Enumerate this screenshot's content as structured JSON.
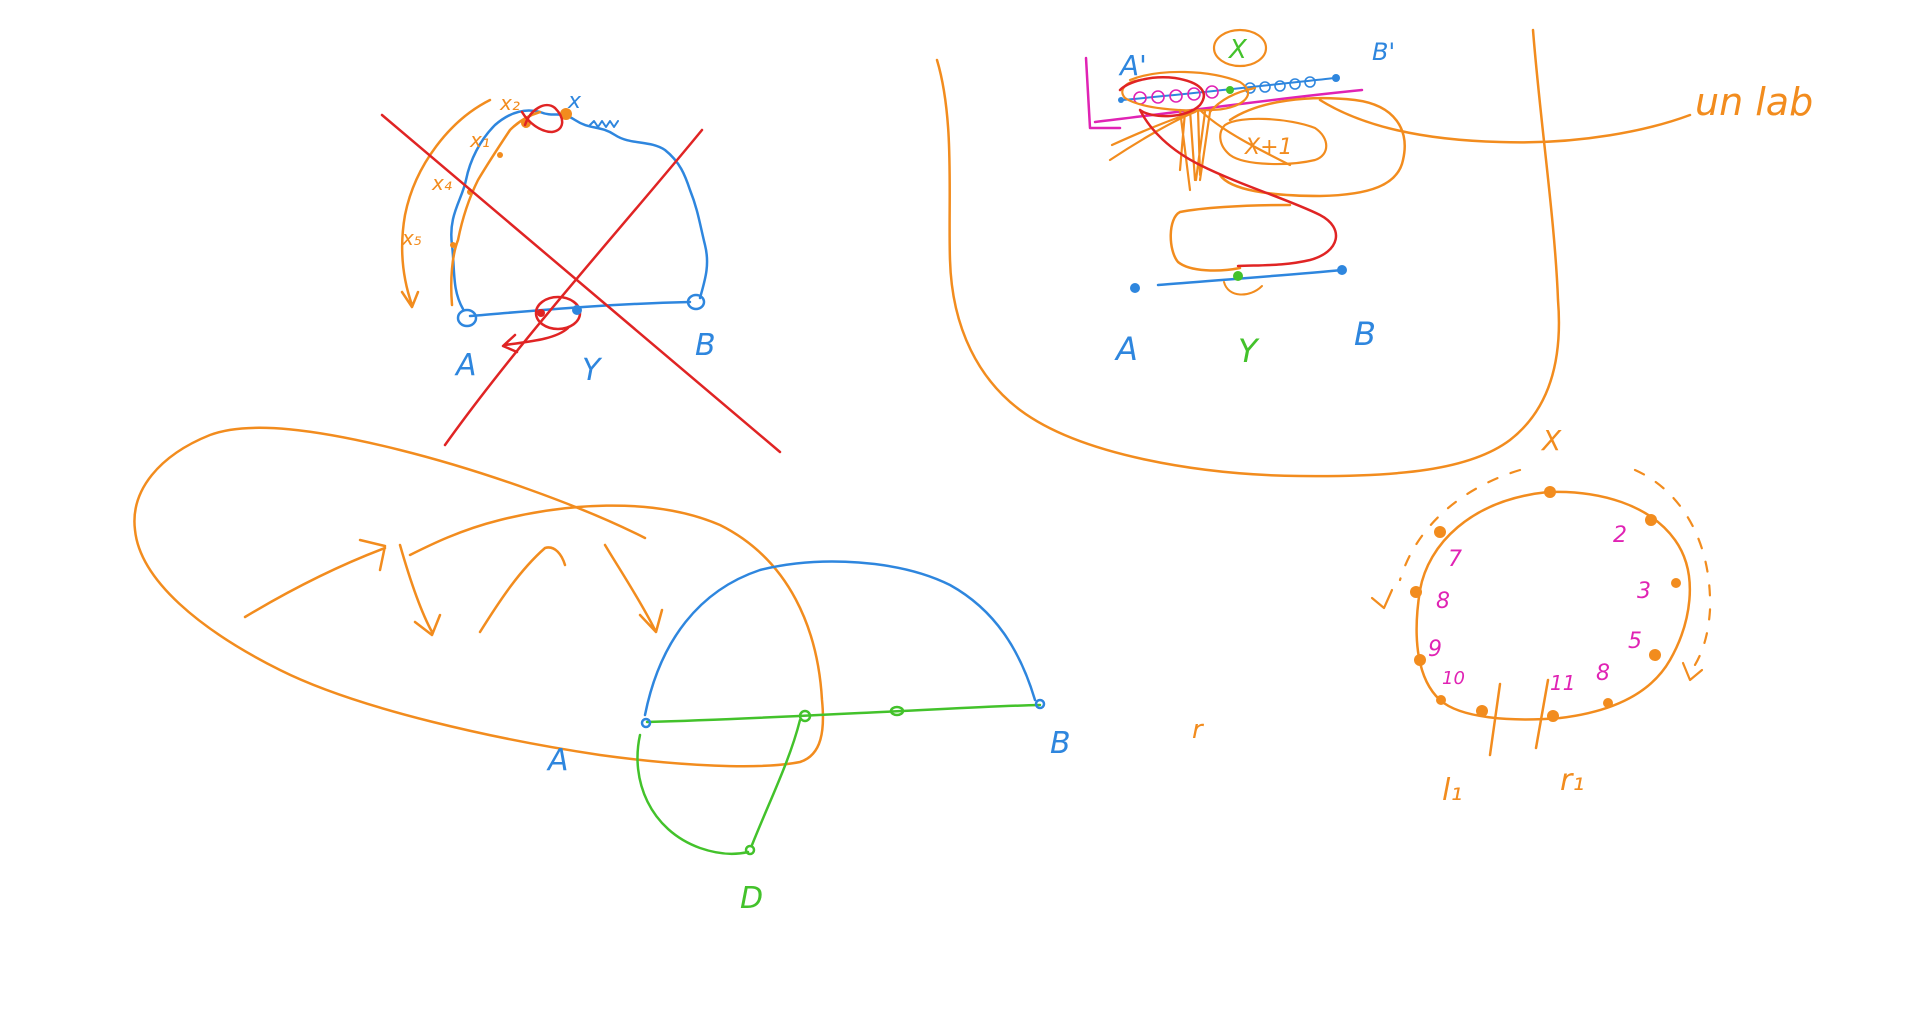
{
  "colors": {
    "orange": "#f28c1e",
    "blue": "#2e86de",
    "red": "#e02424",
    "green": "#43c22b",
    "magenta": "#e023b4",
    "background": "#ffffff"
  },
  "sketch1": {
    "label_a": "A",
    "label_b": "B",
    "label_y": "Y",
    "label_x": "x",
    "label_x2": "x₂",
    "label_x1": "x₁",
    "label_x4": "x₄",
    "label_x5": "x₅"
  },
  "sketch2": {
    "label_a_prime": "A'",
    "label_b_prime": "B'",
    "label_x": "X",
    "label_x_plus_1": "X+1",
    "label_a": "A",
    "label_y": "Y",
    "label_b": "B",
    "label_unlab": "un lab"
  },
  "sketch3": {
    "label_a": "A",
    "label_b": "B",
    "label_d": "D"
  },
  "sketch4": {
    "label_x": "X",
    "numbers": [
      "2",
      "3",
      "5",
      "8",
      "11",
      "10",
      "9",
      "8",
      "7"
    ],
    "label_l1": "l₁",
    "label_r1": "r₁",
    "stray_mark": "r"
  }
}
